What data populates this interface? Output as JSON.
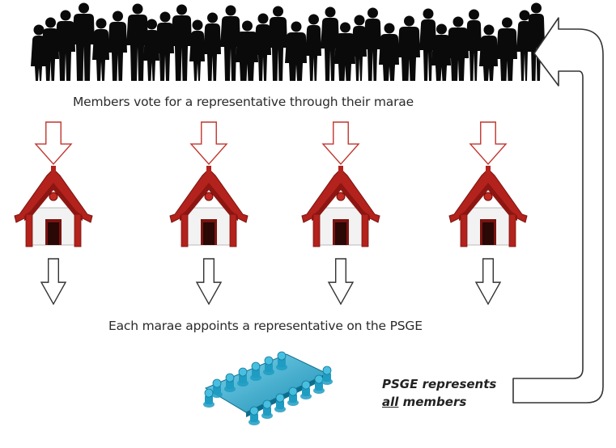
{
  "captions": {
    "top": "Members vote for a representative through their marae",
    "middle": "Each marae appoints a representative on the PSGE"
  },
  "note": {
    "line1": "PSGE represents",
    "line2_underlined": "all",
    "line2_rest": " members"
  },
  "marae_count": 4,
  "colors": {
    "crowd_silhouette": "#0a0a0a",
    "down_arrow_top_outline": "#c0352e",
    "down_arrow_bottom_outline": "#333333",
    "house_roof": "#b3221c",
    "house_wall": "#f2f2f2",
    "meeting_figures": "#1f9cc2",
    "loop_arrow_outline": "#333333"
  },
  "icons": {
    "crowd": "crowd-silhouette-icon",
    "marae": "marae-house-icon",
    "meeting": "meeting-table-icon",
    "feedback": "loop-arrow-icon"
  }
}
